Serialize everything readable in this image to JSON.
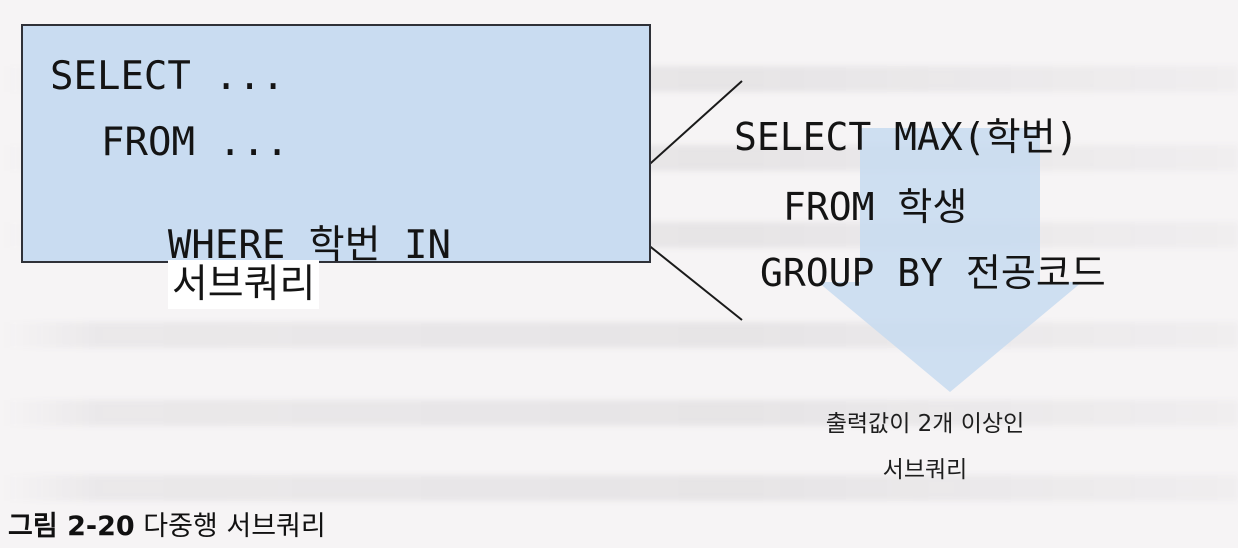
{
  "main_query": {
    "select_line": "SELECT ...",
    "from_line": "FROM ...",
    "where_prefix": "WHERE 학번 IN",
    "subquery_label": "서브쿼리"
  },
  "subquery": {
    "select_line": "SELECT MAX(학번)",
    "from_line": "FROM 학생",
    "group_line": "GROUP BY 전공코드"
  },
  "result_note": {
    "line1": "출력값이 2개 이상인",
    "line2": "서브쿼리"
  },
  "figure_caption": {
    "number": "그림 2-20",
    "title": "다중행 서브쿼리"
  },
  "colors": {
    "box_fill": "#c9dcf1",
    "arrow_fill": "#c7dbf0",
    "highlight": "#ffffff"
  }
}
